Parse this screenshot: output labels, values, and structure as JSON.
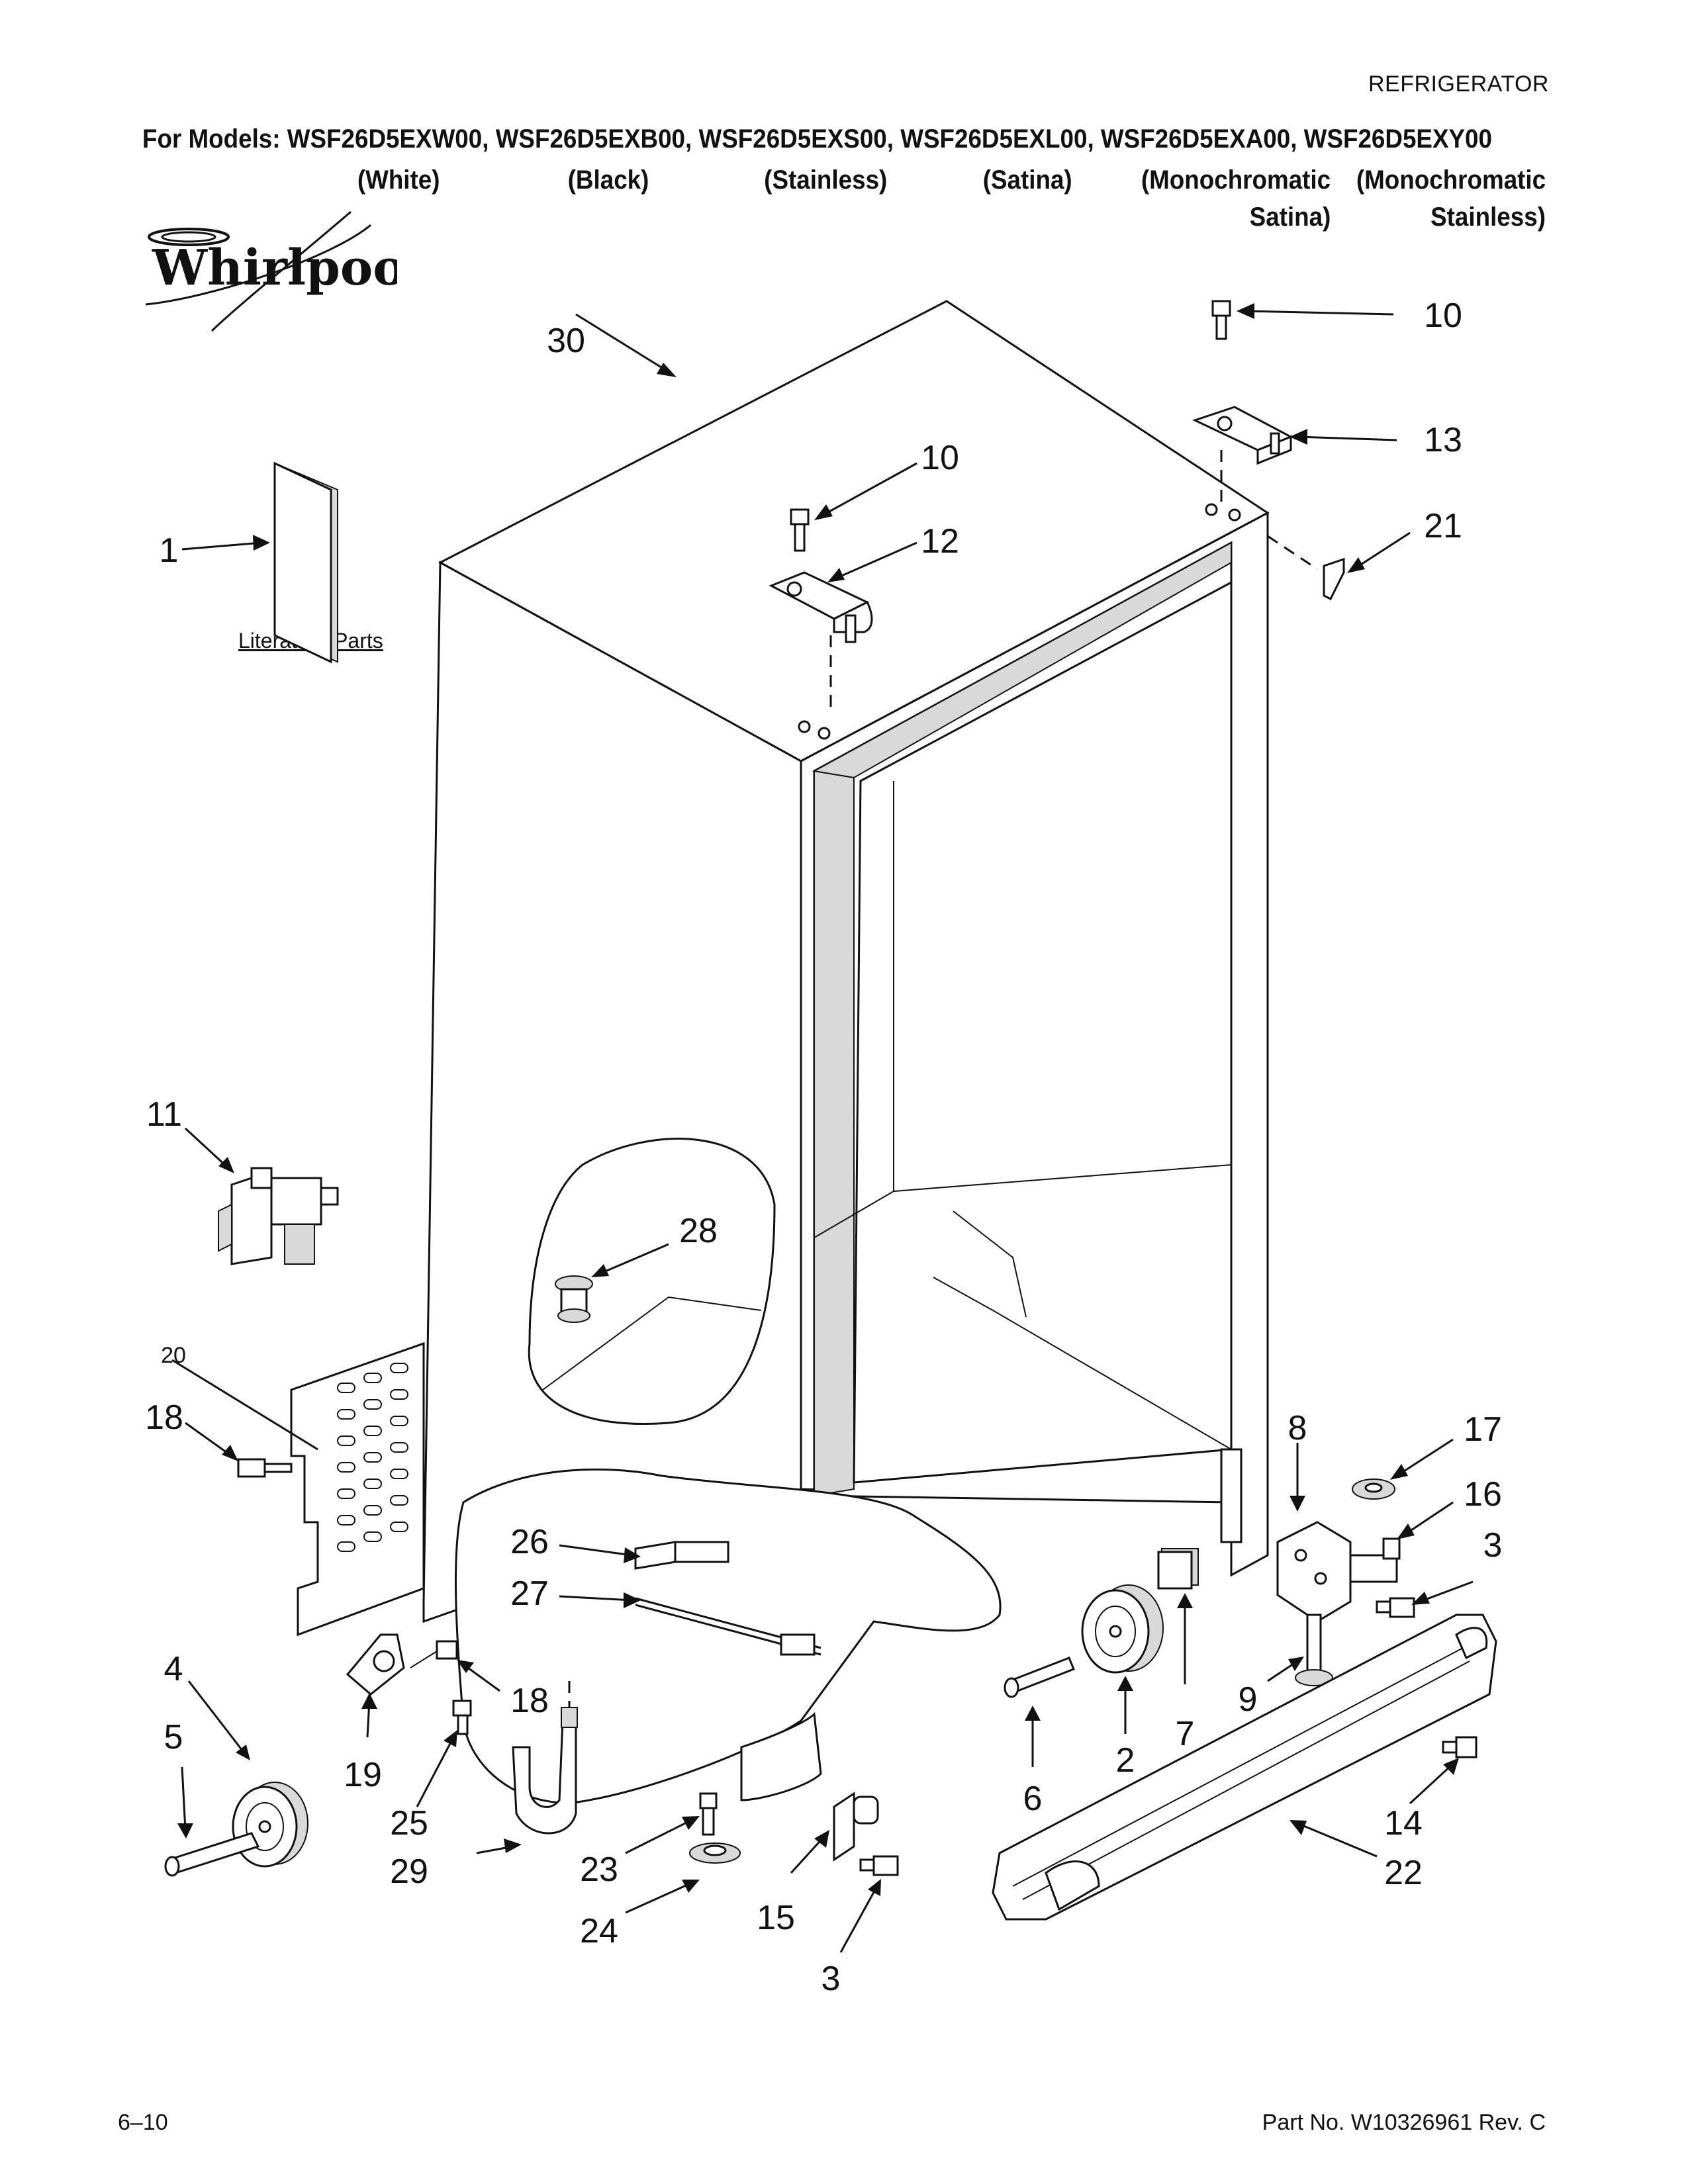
{
  "header": {
    "category": "REFRIGERATOR",
    "models_line": "For Models: WSF26D5EXW00, WSF26D5EXB00, WSF26D5EXS00, WSF26D5EXL00, WSF26D5EXA00, WSF26D5EXY00",
    "variants": [
      "(White)",
      "(Black)",
      "(Stainless)",
      "(Satina)",
      "(Monochromatic",
      "(Monochromatic"
    ],
    "variants_line2": [
      "Satina)",
      "Stainless)"
    ]
  },
  "logo": {
    "text": "Whirlpool"
  },
  "literature_label": "Literature Parts",
  "callouts": [
    "30",
    "10",
    "13",
    "10",
    "12",
    "21",
    "1",
    "11",
    "28",
    "20",
    "18",
    "8",
    "17",
    "16",
    "3",
    "26",
    "27",
    "18",
    "4",
    "5",
    "19",
    "25",
    "29",
    "23",
    "24",
    "15",
    "3",
    "6",
    "2",
    "7",
    "9",
    "14",
    "22"
  ],
  "footer": {
    "page": "6–10",
    "part_no": "Part No. W10326961 Rev. C"
  }
}
